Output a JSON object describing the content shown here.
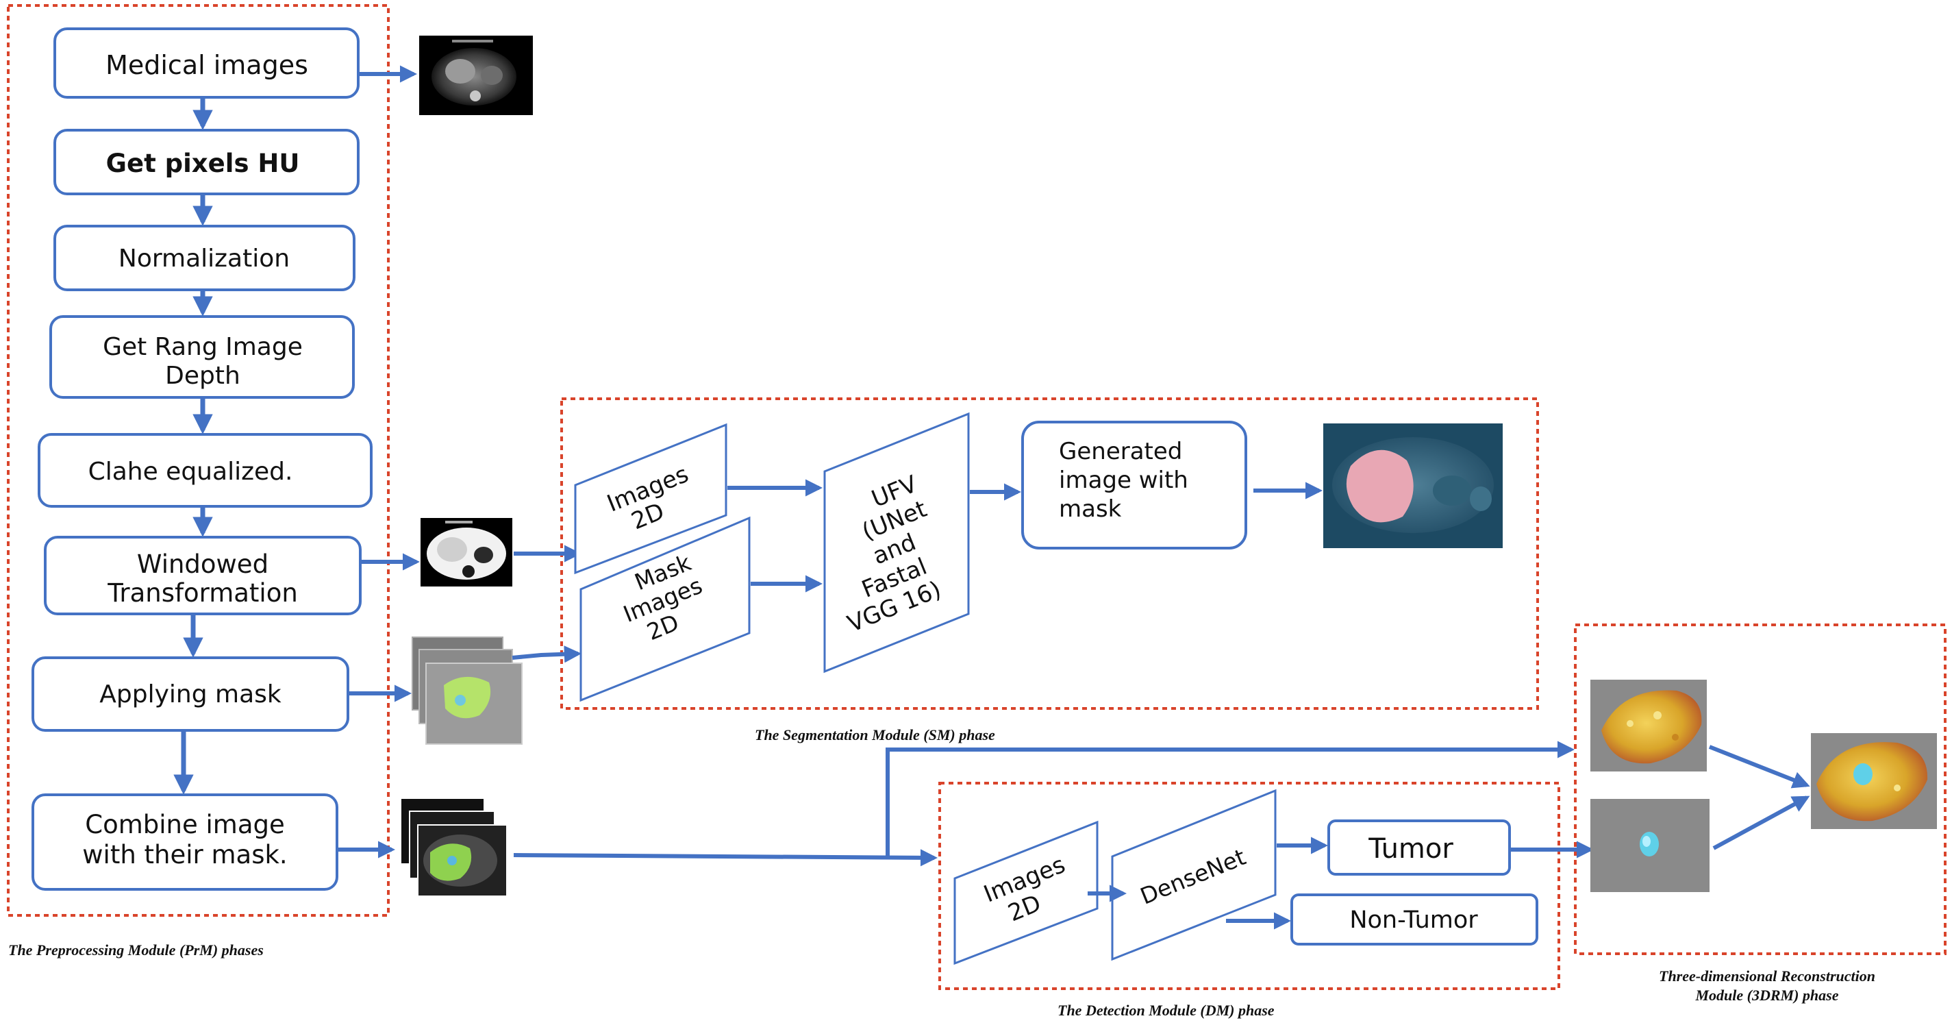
{
  "colors": {
    "arrow": "#4472c4",
    "box_border": "#4472c4",
    "phase_border": "#d9442b",
    "text": "#111111"
  },
  "preprocessing": {
    "caption": "The Preprocessing Module (PrM) phases",
    "steps": [
      {
        "line1": "Medical images",
        "line2": ""
      },
      {
        "line1": "Get pixels HU",
        "line2": ""
      },
      {
        "line1": "Normalization",
        "line2": ""
      },
      {
        "line1": "Get Rang Image",
        "line2": "Depth"
      },
      {
        "line1": "Clahe equalized.",
        "line2": ""
      },
      {
        "line1": "Windowed",
        "line2": "Transformation"
      },
      {
        "line1": "Applying mask",
        "line2": ""
      },
      {
        "line1": "Combine image",
        "line2": "with their mask."
      }
    ]
  },
  "segmentation": {
    "caption": "The Segmentation Module (SM) phase",
    "images_2d": {
      "line1": "Images",
      "line2": "2D"
    },
    "mask_images_2d": {
      "line1": "Mask",
      "line2": "Images",
      "line3": "2D"
    },
    "model": {
      "line1": "UFV",
      "line2": "(UNet",
      "line3": "and",
      "line4": "Fastal",
      "line5": "VGG 16)"
    },
    "output": {
      "line1": "Generated",
      "line2": "image with",
      "line3": "mask"
    }
  },
  "detection": {
    "caption": "The Detection Module (DM) phase",
    "images_2d": {
      "line1": "Images",
      "line2": "2D"
    },
    "model": "DenseNet",
    "tumor": "Tumor",
    "non_tumor": "Non-Tumor"
  },
  "reconstruction": {
    "caption_line1": "Three-dimensional Reconstruction",
    "caption_line2": "Module (3DRM) phase"
  },
  "thumbnails": {
    "ct_scan": "ct-scan-thumbnail",
    "windowed_ct": "windowed-ct-thumbnail",
    "masks": "mask-stack-thumbnail",
    "combined": "combined-stack-thumbnail",
    "segmented": "segmented-liver-thumbnail",
    "liver_3d": "liver-3d-render",
    "tumor_3d": "tumor-3d-render",
    "combined_3d": "liver-with-tumor-3d-render"
  }
}
